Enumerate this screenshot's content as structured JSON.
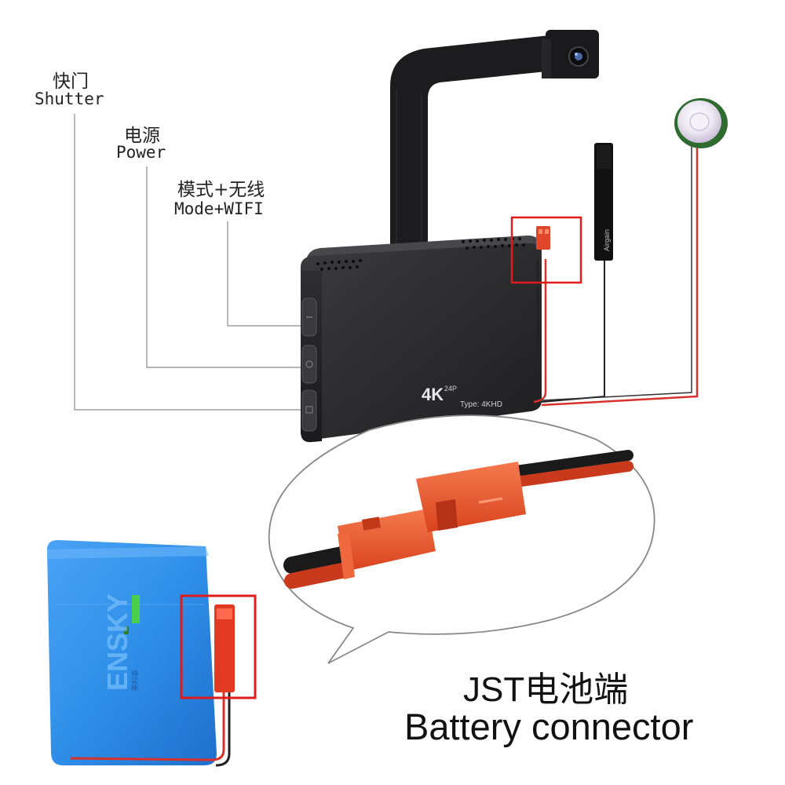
{
  "labels": {
    "shutter": {
      "cn": "快门",
      "en": "Shutter"
    },
    "power": {
      "cn": "电源",
      "en": "Power"
    },
    "mode_wifi": {
      "cn": "模式+无线",
      "en": "Mode+WIFI"
    }
  },
  "caption": {
    "line1": "JST电池端",
    "line2": "Battery connector"
  },
  "device": {
    "badge_main": "4K",
    "badge_sub": "24P",
    "type_text": "Type: 4KHD"
  },
  "battery": {
    "brand": "ENSKY",
    "sub": "英科泰"
  },
  "antenna": {
    "text": "Airgain"
  },
  "colors": {
    "highlight_box": "#e01b1b",
    "battery": "#2f8fe8",
    "device": "#2b2b2d",
    "connector": "#e8502a",
    "wire_red": "#d8302a"
  },
  "icons": [
    "camera-lens-icon",
    "pir-sensor-icon",
    "antenna-icon",
    "jst-connector-icon",
    "battery-icon"
  ]
}
